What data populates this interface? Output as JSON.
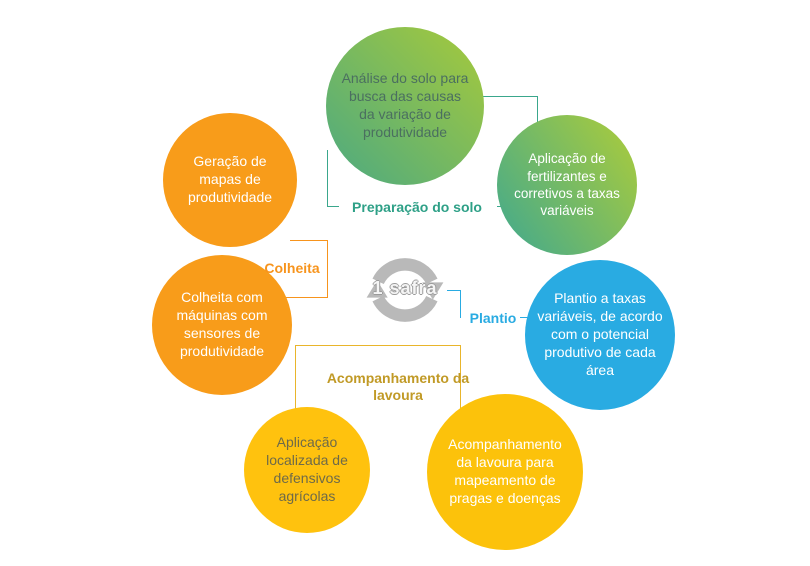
{
  "center": {
    "label": "1 safra"
  },
  "colors": {
    "orange_circle": "#F89C1A",
    "yellow_circle": "#FFC20E",
    "blue_circle": "#29ABE2",
    "green_gradient_start": "#45AA8B",
    "green_gradient_end": "#A9CB3D",
    "teal_label": "#2EA087",
    "orange_label": "#F7941D",
    "blue_label": "#29ABE2",
    "gold_label": "#C19A26",
    "cycle_icon_gray": "#B9B9B9"
  },
  "phases": [
    {
      "label": "Preparação do solo"
    },
    {
      "label": "Plantio"
    },
    {
      "label": "Acompanhamento da lavoura"
    },
    {
      "label": "Colheita"
    }
  ],
  "circles": [
    {
      "name": "analise-solo",
      "text": "Análise do solo para busca das causas da variação de produtividade"
    },
    {
      "name": "aplicacao-fertilizantes",
      "text": "Aplicação de fertilizantes e corretivos a taxas variáveis"
    },
    {
      "name": "geracao-mapas",
      "text": "Geração de mapas de produtividade"
    },
    {
      "name": "colheita-maquinas",
      "text": "Colheita com máquinas com sensores de produtividade"
    },
    {
      "name": "plantio-taxas",
      "text": "Plantio a taxas variáveis, de acordo com o potencial produtivo de cada área"
    },
    {
      "name": "aplicacao-defensivos",
      "text": "Aplicação localizada de defensivos agrícolas"
    },
    {
      "name": "acompanhamento-lavoura",
      "text": "Acompanhamento da lavoura para mapeamento de pragas e doenças"
    }
  ]
}
